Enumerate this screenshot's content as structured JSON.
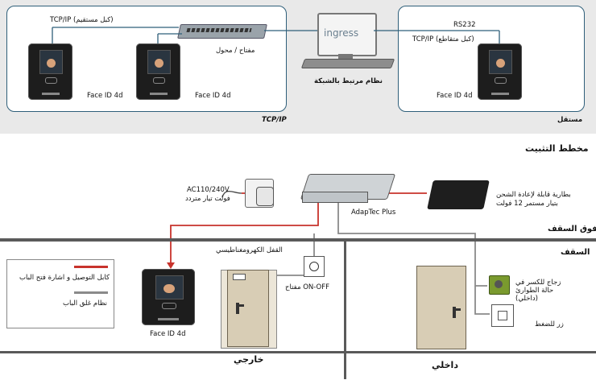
{
  "top": {
    "left_label": "TCP/IP",
    "right_label": "مستقل",
    "tcp_direct": "(كبل مستقيم) TCP/IP",
    "switch": "مفتاح / محول",
    "face1": "Face ID 4d",
    "face2": "Face ID 4d",
    "face3": "Face ID 4d",
    "ingress": "ingress",
    "network": "نظام مرتبط بالشبكة",
    "rs232": "RS232",
    "tcp_cross": "(كبل متقاطع) TCP/IP"
  },
  "install": {
    "title": "مخطط التثبيت",
    "ac": "AC110/240V",
    "ac_sub": "فولت تيار متردد",
    "adaptec": "AdapTec Plus",
    "battery_1": "بطارية قابلة لإعادة الشحن",
    "battery_2": "بتيار مستمر 12 فولت",
    "above_ceiling": "فوق السقف",
    "ceiling": "السقف",
    "maglock": "القفل الكهرومغناطيسي",
    "onoff": "ON-OFF مفتاح",
    "face": "Face ID 4d",
    "outside": "خارجي",
    "inside": "داخلي",
    "glass_1": "زجاج للكسر في",
    "glass_2": "حالة الطوارئ",
    "glass_3": "(داخلي)",
    "push": "زر للضغط",
    "legend_red": "كابل التوصيل و اشارة فتح الباب",
    "legend_gray": "نظام غلق الباب"
  },
  "colors": {
    "red": "#c8332c",
    "gray": "#8a8a8a",
    "panel": "#2f5f7a",
    "band": "#e9e9e9"
  }
}
